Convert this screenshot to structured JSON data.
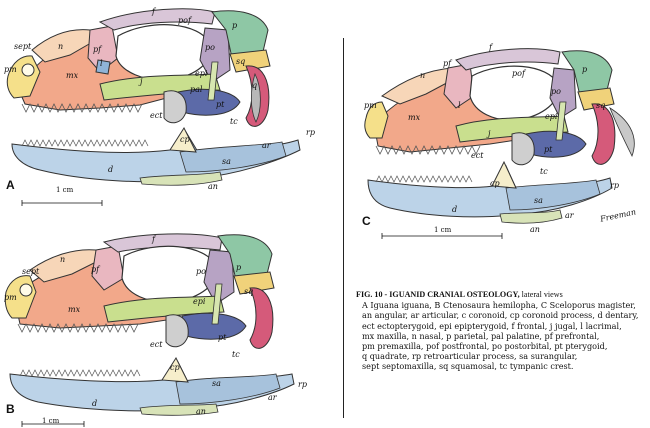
{
  "panels": {
    "A": {
      "letter": "A",
      "scale": "1 cm",
      "labels": {
        "f": "f",
        "pof": "pof",
        "p": "p",
        "sept": "sept",
        "n": "n",
        "pf": "pf",
        "po": "po",
        "pm": "pm",
        "l": "l",
        "sq": "sq",
        "mx": "mx",
        "epi": "epi",
        "pal": "pal",
        "ect": "ect",
        "pt": "pt",
        "tc": "tc",
        "cp": "cp",
        "ar": "ar",
        "rp": "rp",
        "sa": "sa",
        "d": "d",
        "an": "an",
        "q": "q",
        "j": "j"
      }
    },
    "B": {
      "letter": "B",
      "scale": "1 cm",
      "labels": {
        "f": "f",
        "n": "n",
        "sept": "sept",
        "pf": "pf",
        "po": "po",
        "p": "p",
        "pm": "pm",
        "mx": "mx",
        "sq": "sq",
        "epi": "epi",
        "ect": "ect",
        "pt": "pt",
        "tc": "tc",
        "cp": "cp",
        "sa": "sa",
        "ar": "ar",
        "rp": "rp",
        "d": "d",
        "an": "an"
      }
    },
    "C": {
      "letter": "C",
      "scale": "1 cm",
      "signature": "Freeman",
      "labels": {
        "f": "f",
        "n": "n",
        "pf": "pf",
        "pof": "pof",
        "p": "p",
        "po": "po",
        "pm": "pm",
        "l": "l",
        "sq": "sq",
        "mx": "mx",
        "epi": "epi",
        "ect": "ect",
        "pt": "pt",
        "tc": "tc",
        "cp": "cp",
        "rp": "rp",
        "sa": "sa",
        "d": "d",
        "ar": "ar",
        "an": "an",
        "j": "j"
      }
    }
  },
  "caption": {
    "title_bold": "FIG. 10 - IGUANID CRANIAL OSTEOLOGY,",
    "title_rest": " lateral views",
    "lines": [
      "A Iguana iguana, B Ctenosaura hemilopha, C Sceloporus magister,",
      "an angular, ar articular, c coronoid, cp coronoid process, d dentary,",
      "ect ectopterygoid, epi epipterygoid, f frontal, j jugal, l lacrimal,",
      "mx maxilla, n nasal, p parietal, pal palatine, pf prefrontal,",
      "pm premaxilla, pof postfrontal, po postorbital, pt pterygoid,",
      "q quadrate, rp retroarticular process, sa surangular,",
      "sept septomaxilla, sq squamosal, tc tympanic crest."
    ]
  },
  "colors": {
    "maxilla": "#f2a88a",
    "premaxilla": "#f5e08a",
    "nasal": "#f7d6b8",
    "prefrontal": "#e9b7c0",
    "frontal": "#d9c6d8",
    "parietal": "#8ec7a5",
    "postorbital": "#b7a3c4",
    "jugal": "#c9df8e",
    "squamosal": "#f0d27a",
    "quadrate": "#d55a7a",
    "pterygoid": "#5c6aa8",
    "epipterygoid": "#d7e6b0",
    "ectopterygoid": "#cfcfcf",
    "lacrimal": "#8fb4d8",
    "dentary": "#bcd3e8",
    "surangular": "#a7c2dc",
    "coronoid": "#f6eecb",
    "angular": "#d8e3b8"
  }
}
